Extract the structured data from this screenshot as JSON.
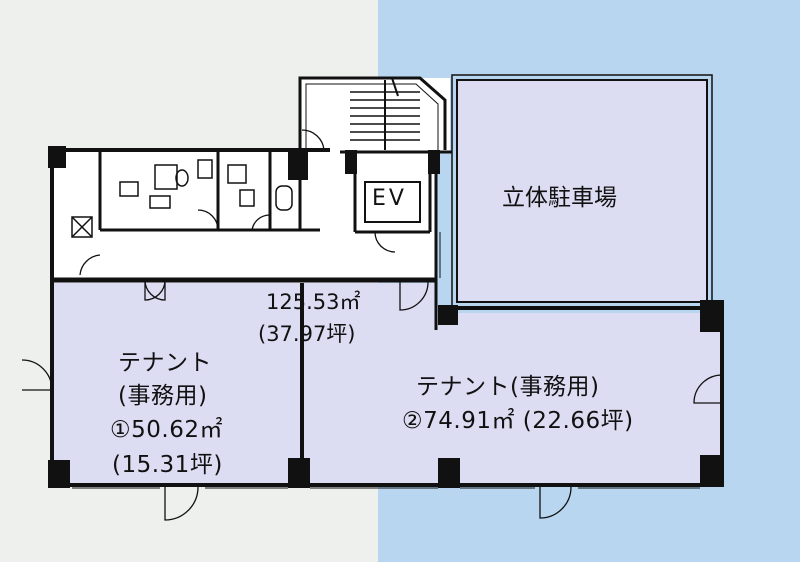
{
  "parking": {
    "label": "立体駐車場"
  },
  "elevator": {
    "label": "EV"
  },
  "common_area": {
    "area": "125.53㎡",
    "tsubo": "(37.97坪)"
  },
  "tenant1": {
    "line1": "テナント",
    "line2": "(事務用)",
    "area": "①50.62㎡",
    "tsubo": "(15.31坪)"
  },
  "tenant2": {
    "line1": "テナント(事務用)",
    "area": "②74.91㎡ (22.66坪)"
  },
  "colors": {
    "tenant_fill": "#dcdcf2",
    "parking_fill": "#dcdcf2",
    "background_left": "#eef0ee",
    "background_right": "#b8d6ef",
    "wall": "#111111"
  }
}
